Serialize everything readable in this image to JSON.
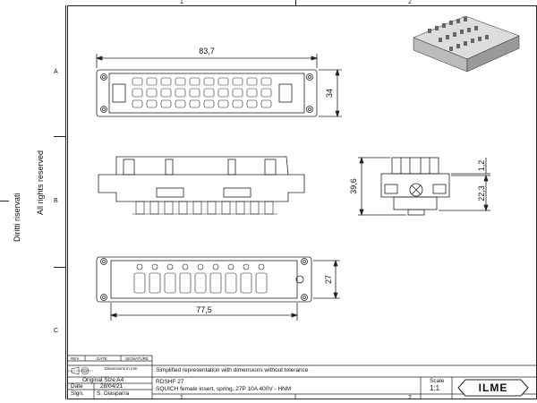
{
  "zones": {
    "columns": [
      "1",
      "2"
    ],
    "rows": [
      "A",
      "B",
      "C"
    ]
  },
  "side_notes": {
    "rights": "All rights reserved",
    "author": "Diritti riservati"
  },
  "dimensions": {
    "top_width": "83,7",
    "top_height": "34",
    "side_height": "39,6",
    "side_small": "1,2",
    "side_lower": "22,3",
    "bottom_width": "77,5",
    "bottom_height": "27"
  },
  "revision_table": {
    "rev_label": "REV.",
    "date_label": "DATE",
    "signature_label": "SIGNATURE"
  },
  "title_block": {
    "dimensions_unit": "Dimensions in mm",
    "note": "Simplified representation with dimensions without tolerance",
    "original_size": "Original Size A4",
    "date_label": "Date",
    "date_value": "28/04/21",
    "sign_label": "Sign.",
    "sign_value": "S. Diasparra",
    "part_code": "RDSHF 27",
    "description": "SQUICH female insert, spring, 27P 10A 400V - HNM",
    "scale_label": "Scale",
    "scale_value": "1:1",
    "logo": "ILME"
  }
}
